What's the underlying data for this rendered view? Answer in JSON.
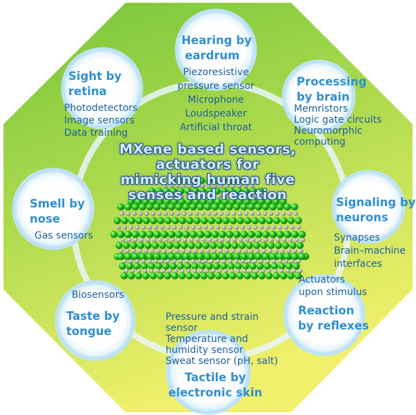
{
  "center_title": [
    "MXene based sensors,",
    "actuators for",
    "mimicking human five",
    "senses and reaction"
  ],
  "hearing": {
    "title": [
      "Hearing by",
      "eardrum"
    ],
    "items": [
      "Piezoresistive",
      "pressure sensor",
      "Microphone",
      "Loudspeaker",
      "Artificial throat"
    ]
  },
  "processing": {
    "title": [
      "Processing",
      "by brain"
    ],
    "items": [
      "Memristors",
      "Logic gate circuits",
      "Neuromorphic",
      "computing"
    ]
  },
  "signaling": {
    "title": [
      "Signaling by",
      "neurons"
    ],
    "items": [
      "Synapses",
      "Brain–machine",
      "interfaces"
    ]
  },
  "reaction": {
    "title": [
      "Reaction",
      "by reflexes"
    ],
    "items": [
      "Actuators",
      "upon stimulus"
    ]
  },
  "tactile": {
    "title": [
      "Tactile by",
      "electronic skin"
    ],
    "items": [
      "Pressure and strain",
      "sensor",
      "Temperature and",
      "humidity sensor",
      "Sweat sensor (pH, salt)"
    ]
  },
  "taste": {
    "title": [
      "Taste by",
      "tongue"
    ],
    "items": [
      "Biosensors"
    ]
  },
  "smell": {
    "title": [
      "Smell by",
      "nose"
    ],
    "items": [
      "Gas sensors"
    ]
  },
  "sight": {
    "title": [
      "Sight by",
      "retina"
    ],
    "items": [
      "Photodetectors",
      "Image sensors",
      "Data training"
    ]
  },
  "colors": {
    "octagon_top": "#7fc93a",
    "octagon_bottom": "#eef06a",
    "circle_ring": "#bfe3f5",
    "heading": "#2f8fd0",
    "item_text": "#1c5f9e",
    "atom_green": "#22c51e",
    "atom_grey": "#8a8f8f"
  }
}
